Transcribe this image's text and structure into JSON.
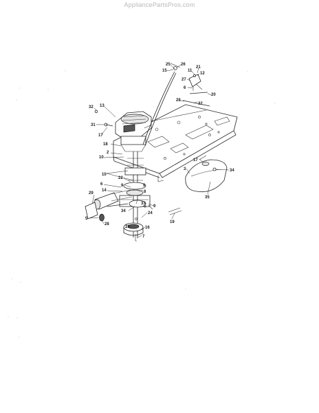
{
  "watermark": "AppliancePartsPros.com",
  "callouts": {
    "c1": "25",
    "c2": "26",
    "c3": "15",
    "c4": "21",
    "c5": "11",
    "c6": "12",
    "c7": "27",
    "c8": "6",
    "c9": "20",
    "c10": "28",
    "c11": "32",
    "c12": "32",
    "c13": "13",
    "c14": "31",
    "c15": "17",
    "c16": "18",
    "c17": "2",
    "c18": "10",
    "c19": "10",
    "c20": "22",
    "c21": "6",
    "c22": "14",
    "c23": "9",
    "c24": "9",
    "c25": "8",
    "c26": "29",
    "c27": "33",
    "c28": "9",
    "c29": "34",
    "c30": "24",
    "c31": "5",
    "c32": "28",
    "c33": "23",
    "c34": "16",
    "c35": "7",
    "c36": "19",
    "c37": "17",
    "c38": "3",
    "c39": "34",
    "c40": "35"
  }
}
